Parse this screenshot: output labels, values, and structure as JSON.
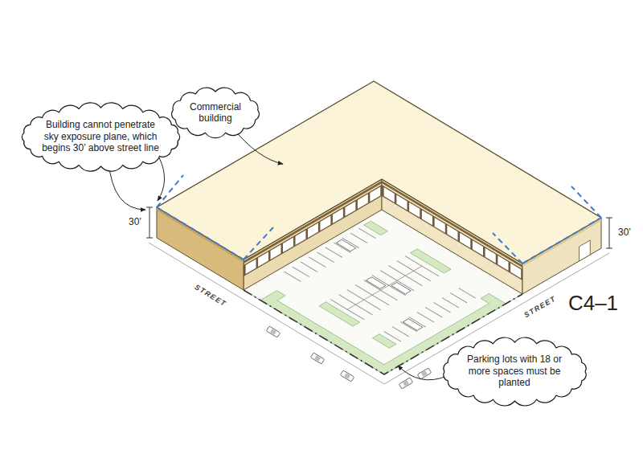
{
  "diagram": {
    "nodes": [
      {
        "text": [
          "Building cannot penetrate sky exposure plane, which begins 30’ above street line"
        ]
      },
      {
        "text": [
          "Commercial building"
        ]
      },
      {
        "text": [
          "Parking lots with 18 or more spaces must be planted"
        ]
      }
    ],
    "labels": [
      "30’",
      "30’",
      "STREET",
      "STREET",
      "C4–1"
    ]
  }
}
